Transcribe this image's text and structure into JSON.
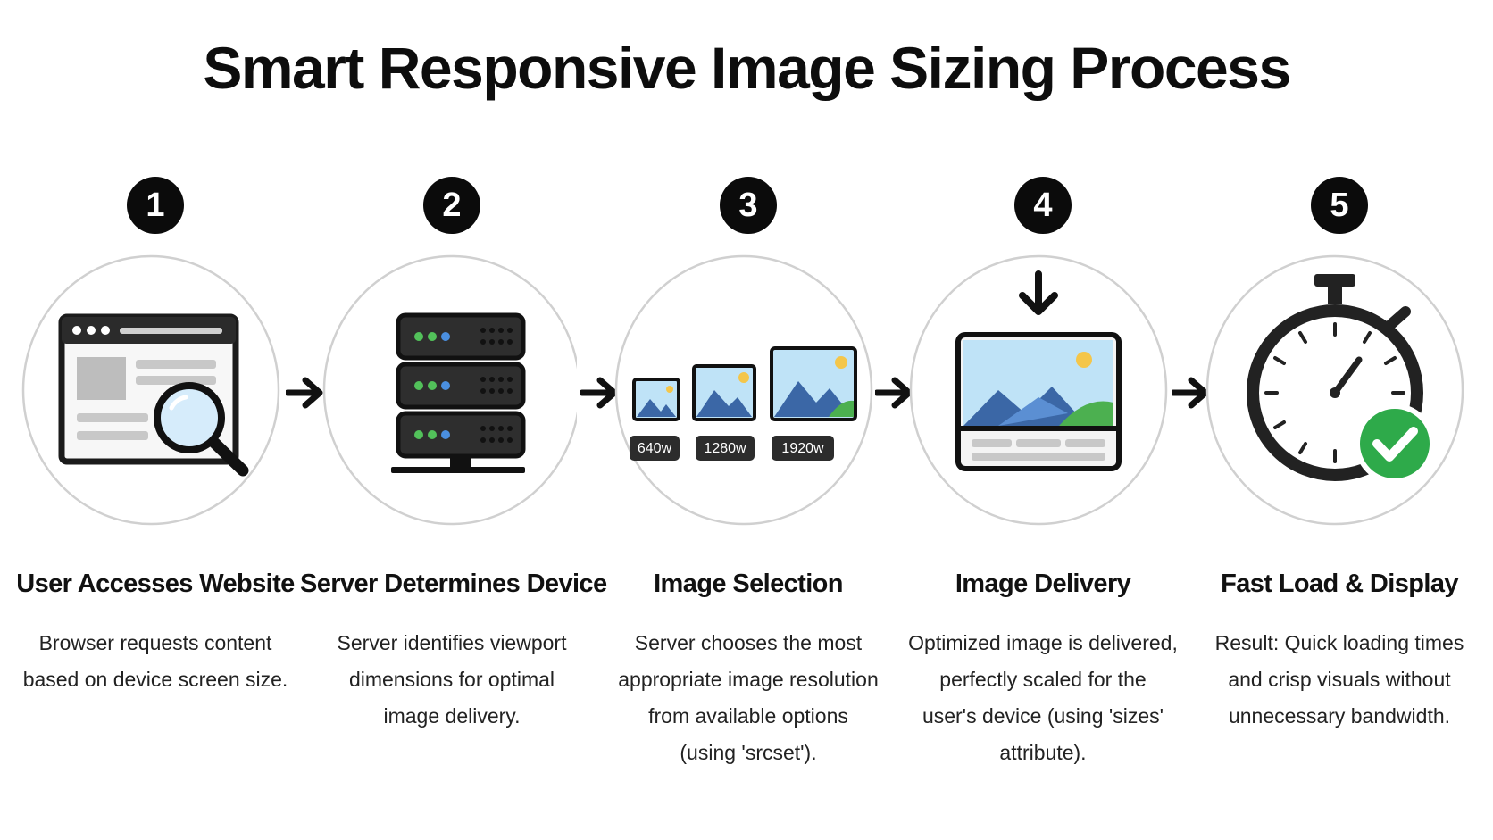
{
  "title": "Smart Responsive Image Sizing Process",
  "steps": [
    {
      "number": "1",
      "heading": "User Accesses Website",
      "desc": [
        "Browser requests content",
        "based on device screen size."
      ]
    },
    {
      "number": "2",
      "heading": "Server Determines Device",
      "desc": [
        "Server identifies viewport",
        "dimensions for optimal",
        "image delivery."
      ]
    },
    {
      "number": "3",
      "heading": "Image Selection",
      "desc": [
        "Server chooses the most",
        "appropriate image resolution",
        "from available options",
        "(using 'srcset')."
      ],
      "sizes": [
        "640w",
        "1280w",
        "1920w"
      ]
    },
    {
      "number": "4",
      "heading": "Image Delivery",
      "desc": [
        "Optimized image is delivered,",
        "perfectly scaled for the",
        "user's device (using 'sizes'",
        "attribute)."
      ]
    },
    {
      "number": "5",
      "heading": "Fast Load & Display",
      "desc": [
        "Result: Quick loading times",
        "and crisp visuals without",
        "unnecessary bandwidth."
      ]
    }
  ],
  "icons": [
    "browser-search-icon",
    "server-stack-icon",
    "image-sizes-icon",
    "monitor-download-icon",
    "stopwatch-check-icon"
  ],
  "colors": {
    "accent_green": "#2eaa4a",
    "sky": "#bfe3f7",
    "mountain": "#3b67a6",
    "sun": "#f4c64a"
  }
}
